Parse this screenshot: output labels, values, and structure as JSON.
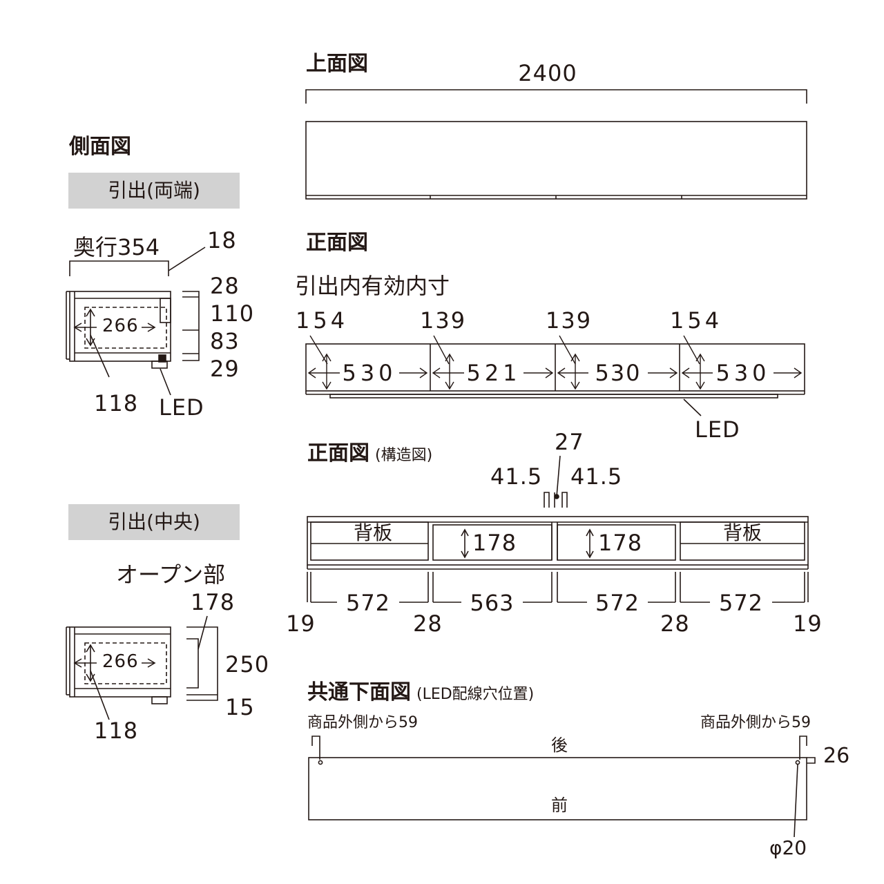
{
  "top_view": {
    "title": "上面図",
    "width": "2400"
  },
  "side_view": {
    "title": "側面図",
    "drawer_ends_label": "引出(両端)",
    "drawer_center_label": "引出(中央)",
    "depth_label": "奥行354",
    "dim_18": "18",
    "dims_ends": [
      "28",
      "110",
      "83",
      "29"
    ],
    "inner_266_a": "266",
    "dim_118_a": "118",
    "led": "LED",
    "open_label": "オープン部",
    "dim_178": "178",
    "dim_250": "250",
    "dim_15": "15",
    "inner_266_b": "266",
    "dim_118_b": "118"
  },
  "front_view": {
    "title": "正面図",
    "inner_label": "引出内有効内寸",
    "heights": [
      "154",
      "139",
      "139",
      "154"
    ],
    "widths": [
      "530",
      "521",
      "530",
      "530"
    ],
    "led": "LED"
  },
  "structure_view": {
    "title": "正面図",
    "subtitle": "(構造図)",
    "dim_27": "27",
    "dim_415_left": "41.5",
    "dim_415_right": "41.5",
    "back_panel": "背板",
    "inner_h": "178",
    "widths": [
      "572",
      "563",
      "572",
      "572"
    ],
    "ends": [
      "19",
      "28",
      "28",
      "19"
    ]
  },
  "bottom_view": {
    "title": "共通下面図",
    "subtitle": "(LED配線穴位置)",
    "left_note": "商品外側から59",
    "right_note": "商品外側から59",
    "back": "後",
    "front": "前",
    "dim_26": "26",
    "hole": "φ20"
  }
}
